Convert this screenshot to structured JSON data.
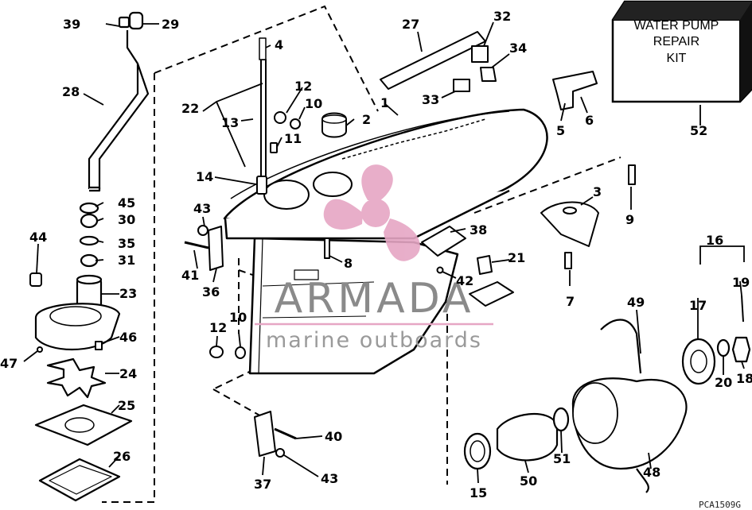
{
  "kit_label": {
    "line1": "WATER PUMP",
    "line2": "REPAIR",
    "line3": "KIT"
  },
  "watermark": {
    "brand": "ARMADA",
    "tagline": "marine outboards",
    "accent_color": "#e6a6c4",
    "text_color": "#8a8a8a"
  },
  "drawing_code": "PCA1509G",
  "callouts": {
    "c39": "39",
    "c29": "29",
    "c27": "27",
    "c32": "32",
    "c34": "34",
    "c4": "4",
    "c28": "28",
    "c33": "33",
    "c12a": "12",
    "c10a": "10",
    "c22": "22",
    "c1": "1",
    "c2": "2",
    "c13": "13",
    "c11": "11",
    "c5": "5",
    "c6": "6",
    "c52": "52",
    "c14": "14",
    "c3": "3",
    "c9": "9",
    "c43a": "43",
    "c45": "45",
    "c30": "30",
    "c38": "38",
    "c44": "44",
    "c35": "35",
    "c21": "21",
    "c16": "16",
    "c31": "31",
    "c8": "8",
    "c41": "41",
    "c42": "42",
    "c19": "19",
    "c36": "36",
    "c23": "23",
    "c7": "7",
    "c49": "49",
    "c17": "17",
    "c10b": "10",
    "c12b": "12",
    "c46": "46",
    "c47": "47",
    "c24": "24",
    "c18": "18",
    "c20": "20",
    "c25": "25",
    "c40": "40",
    "c51": "51",
    "c26": "26",
    "c48": "48",
    "c37": "37",
    "c43b": "43",
    "c15": "15",
    "c50": "50"
  }
}
